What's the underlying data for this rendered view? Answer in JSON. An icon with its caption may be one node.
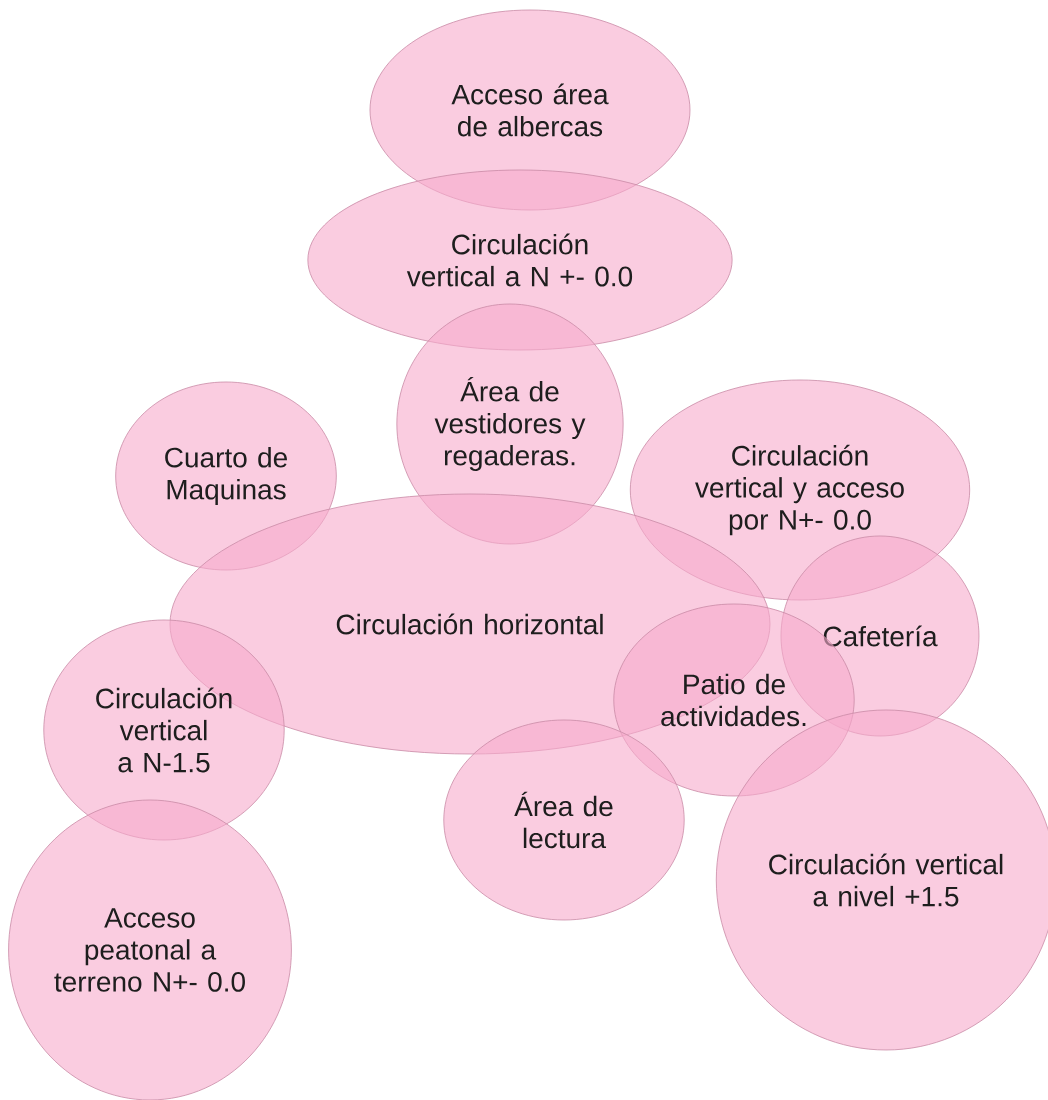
{
  "diagram": {
    "nodes": [
      {
        "text": [
          "Acceso área de albercas"
        ]
      },
      {
        "text": [
          "Circulación vertical a N +- 0.0"
        ]
      },
      {
        "text": [
          "Área de vestidores y regaderas."
        ]
      },
      {
        "text": [
          "Cuarto de Maquinas"
        ]
      },
      {
        "text": [
          "Circulación vertical y acceso por N+- 0.0"
        ]
      },
      {
        "text": [
          "Circulación horizontal"
        ]
      },
      {
        "text": [
          "Cafetería"
        ]
      },
      {
        "text": [
          "Patio de actividades."
        ]
      },
      {
        "text": [
          "Circulación vertical a N-1.5"
        ]
      },
      {
        "text": [
          "Área de lectura"
        ]
      },
      {
        "text": [
          "Circulación vertical a nivel +1.5"
        ]
      },
      {
        "text": [
          "Acceso peatonal a terreno N+- 0.0"
        ]
      }
    ]
  }
}
